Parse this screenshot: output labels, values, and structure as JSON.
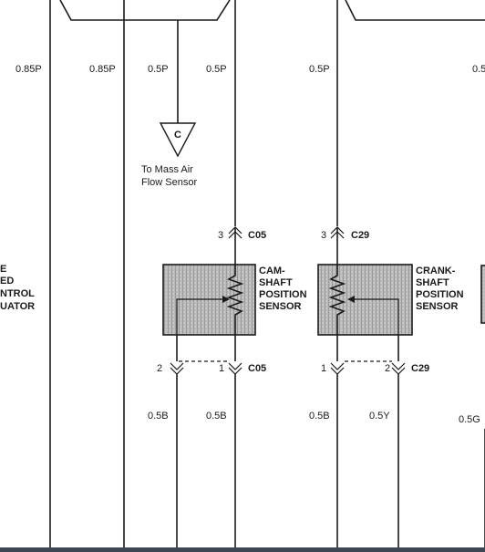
{
  "wires": {
    "w1": "0.85P",
    "w2": "0.85P",
    "w3": "0.5P",
    "w4": "0.5P",
    "w5": "0.5P",
    "w6": "0.5",
    "b1": "0.5B",
    "b2": "0.5B",
    "b3": "0.5B",
    "b4": "0.5Y",
    "b5": "0.5G"
  },
  "ref_connector": {
    "letter": "C",
    "note_line1": "To Mass Air",
    "note_line2": "Flow Sensor"
  },
  "left_component": {
    "line1": "E",
    "line2": "ED",
    "line3": "NTROL",
    "line4": "UATOR"
  },
  "cam_sensor": {
    "line1": "CAM-",
    "line2": "SHAFT",
    "line3": "POSITION",
    "line4": "SENSOR",
    "top_pin": "3",
    "top_conn": "C05",
    "pin_left": "2",
    "pin_right": "1",
    "bottom_conn": "C05"
  },
  "crank_sensor": {
    "line1": "CRANK-",
    "line2": "SHAFT",
    "line3": "POSITION",
    "line4": "SENSOR",
    "top_pin": "3",
    "top_conn": "C29",
    "pin_left": "1",
    "pin_right": "2",
    "bottom_conn": "C29"
  }
}
